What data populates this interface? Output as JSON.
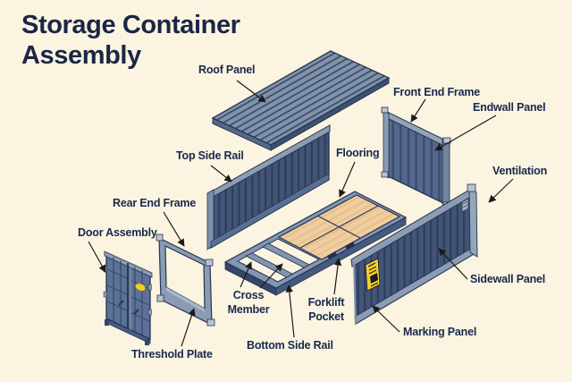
{
  "title": {
    "line1": "Storage Container",
    "line2": "Assembly"
  },
  "labels": [
    {
      "id": "roof-panel",
      "text": "Roof Panel"
    },
    {
      "id": "front-end-frame",
      "text": "Front End Frame"
    },
    {
      "id": "endwall-panel",
      "text": "Endwall Panel"
    },
    {
      "id": "top-side-rail",
      "text": "Top Side Rail"
    },
    {
      "id": "flooring",
      "text": "Flooring"
    },
    {
      "id": "ventilation",
      "text": "Ventilation"
    },
    {
      "id": "rear-end-frame",
      "text": "Rear End Frame"
    },
    {
      "id": "door-assembly",
      "text": "Door Assembly"
    },
    {
      "id": "cross-member",
      "text": "Cross Member"
    },
    {
      "id": "forklift-pocket",
      "text": "Forklift Pocket"
    },
    {
      "id": "sidewall-panel",
      "text": "Sidewall Panel"
    },
    {
      "id": "threshold-plate",
      "text": "Threshold Plate"
    },
    {
      "id": "bottom-side-rail",
      "text": "Bottom Side Rail"
    },
    {
      "id": "marking-panel",
      "text": "Marking Panel"
    }
  ],
  "colors": {
    "background": "#FAF4E1",
    "title_text": "#1B2646",
    "label_text": "#18294C",
    "roof_panel": "#8193AB",
    "roof_ridge": "#3D4E6B",
    "wall_panel": "#425577",
    "wall_ridge": "#2E3E5C",
    "endwall_panel": "#54688E",
    "frame_light": "#8A9BB3",
    "door_panel": "#5C7198",
    "wood_floor": "#F0CD9E",
    "sticker_yellow": "#F2CF2E",
    "arrow": "#1A1A1A",
    "outline": "#26344F"
  }
}
